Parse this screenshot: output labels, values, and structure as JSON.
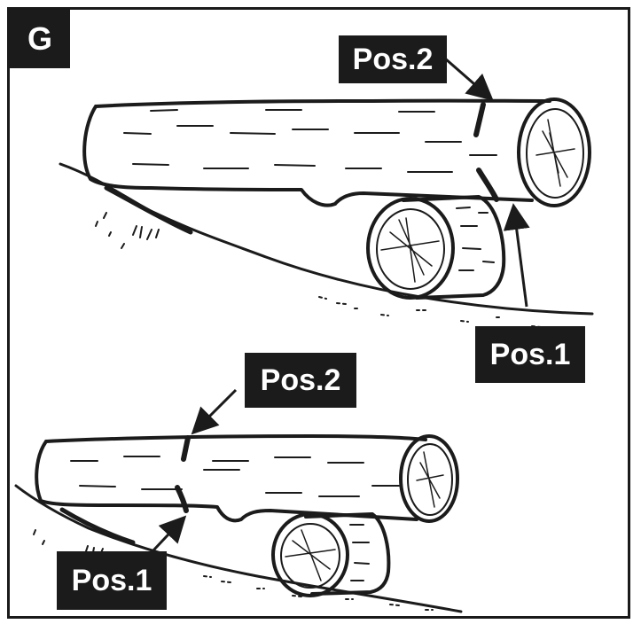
{
  "figure": {
    "panel_letter": "G",
    "labels": {
      "top_pos2": "Pos.2",
      "top_pos1": "Pos.1",
      "bottom_pos2": "Pos.2",
      "bottom_pos1": "Pos.1"
    }
  },
  "colors": {
    "ink": "#1b1b1b",
    "paper": "#ffffff"
  }
}
